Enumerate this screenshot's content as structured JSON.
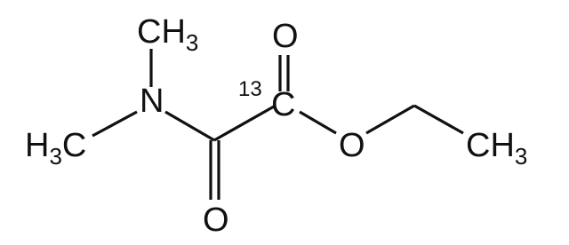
{
  "molecule": {
    "atoms": {
      "methyl_top": {
        "element": "CH",
        "count": "3"
      },
      "methyl_left": {
        "element_h": "H",
        "count": "3",
        "element_c": "C"
      },
      "nitrogen": {
        "element": "N"
      },
      "amide_oxygen": {
        "element": "O"
      },
      "ester_carbonyl_oxygen": {
        "element": "O"
      },
      "labeled_carbon": {
        "isotope": "13",
        "element": "C"
      },
      "ester_oxygen": {
        "element": "O"
      },
      "methyl_right": {
        "element": "CH",
        "count": "3"
      }
    }
  }
}
